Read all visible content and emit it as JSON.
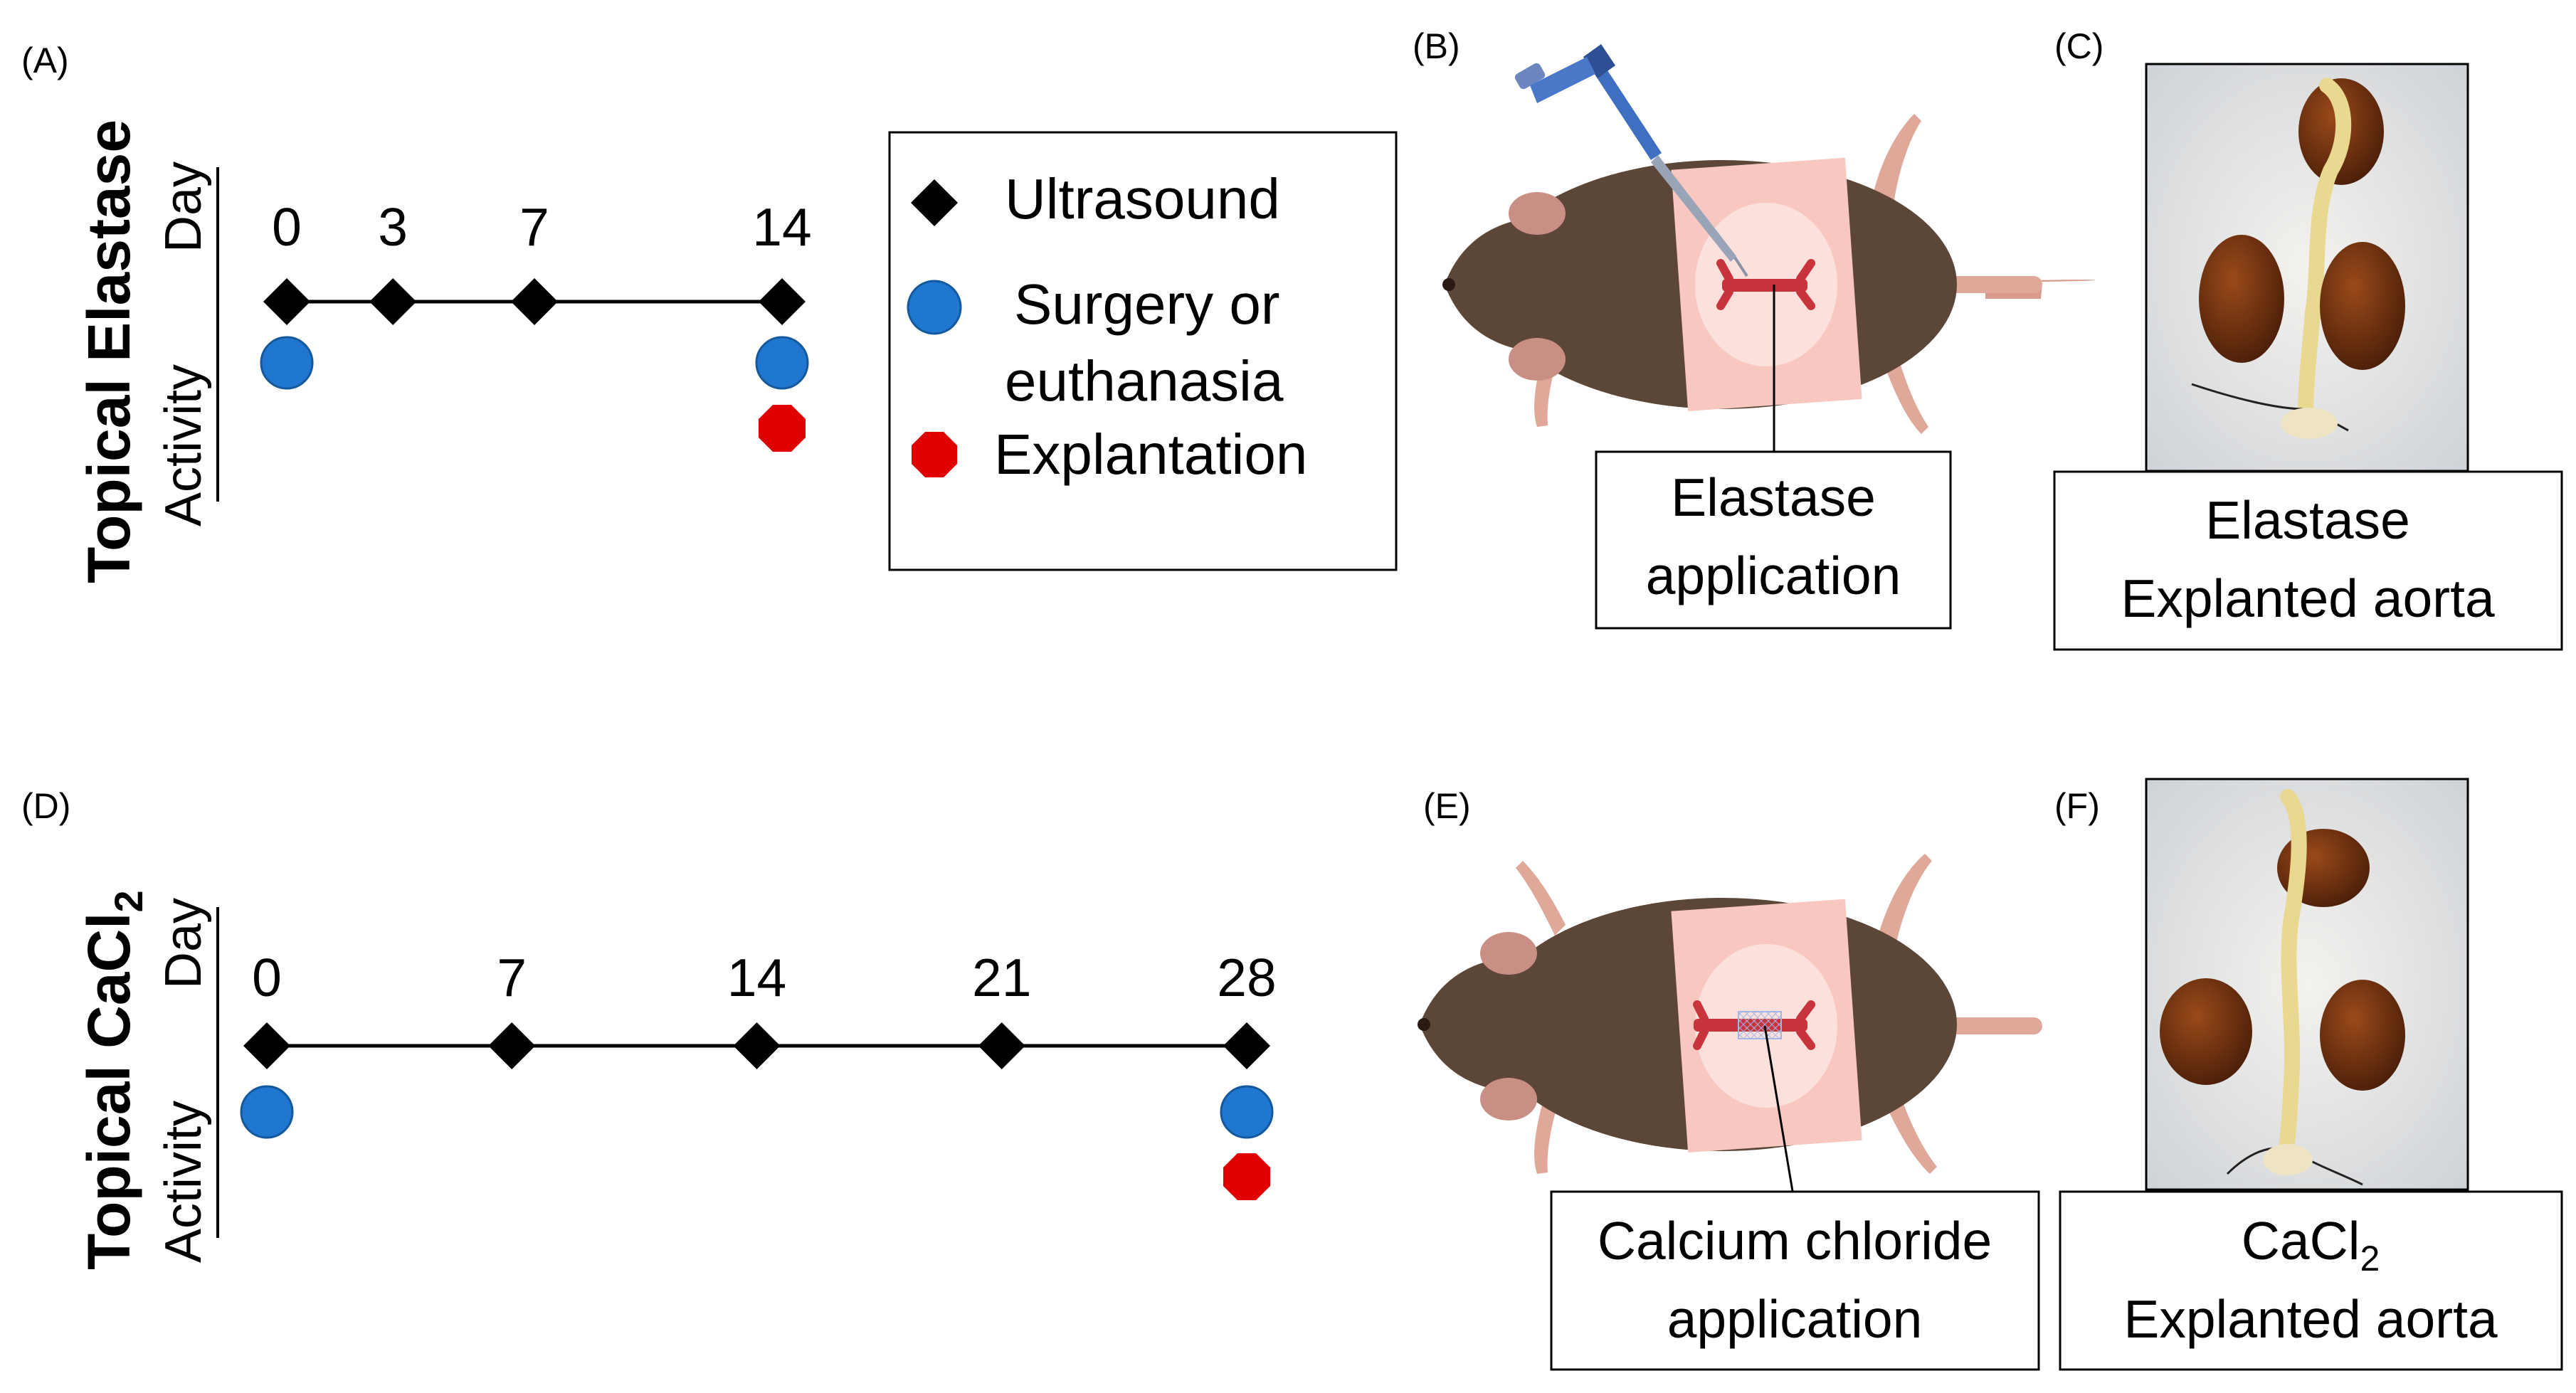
{
  "panels": {
    "A": {
      "letter": "(A)",
      "model_title": "Topical Elastase",
      "row_day": "Day",
      "row_activity": "Activity",
      "days": [
        "0",
        "3",
        "7",
        "14"
      ],
      "day_values": [
        0,
        3,
        7,
        14
      ],
      "surgery_days": [
        0,
        14
      ],
      "explant_days": [
        14
      ]
    },
    "B": {
      "letter": "(B)",
      "caption_line1": "Elastase",
      "caption_line2": "application"
    },
    "C": {
      "letter": "(C)",
      "caption_line1": "Elastase",
      "caption_line2": "Explanted aorta"
    },
    "D": {
      "letter": "(D)",
      "model_title_main": "Topical CaCl",
      "model_title_sub": "2",
      "row_day": "Day",
      "row_activity": "Activity",
      "days": [
        "0",
        "7",
        "14",
        "21",
        "28"
      ],
      "day_values": [
        0,
        7,
        14,
        21,
        28
      ],
      "surgery_days": [
        0,
        28
      ],
      "explant_days": [
        28
      ]
    },
    "E": {
      "letter": "(E)",
      "caption_line1": "Calcium chloride",
      "caption_line2": "application"
    },
    "F": {
      "letter": "(F)",
      "caption_main": "CaCl",
      "caption_sub": "2",
      "caption_line2": "Explanted aorta"
    }
  },
  "legend": {
    "ultrasound": "Ultrasound",
    "surgery_line1": "Surgery or",
    "surgery_line2": "euthanasia",
    "explantation": "Explantation"
  },
  "colors": {
    "ultrasound": "#000000",
    "surgery": "#1f77d0",
    "explantation": "#e00000",
    "skin_patch": "#f8c8c0",
    "mouse_body": "#5b4638",
    "aorta": "#c8343c"
  }
}
